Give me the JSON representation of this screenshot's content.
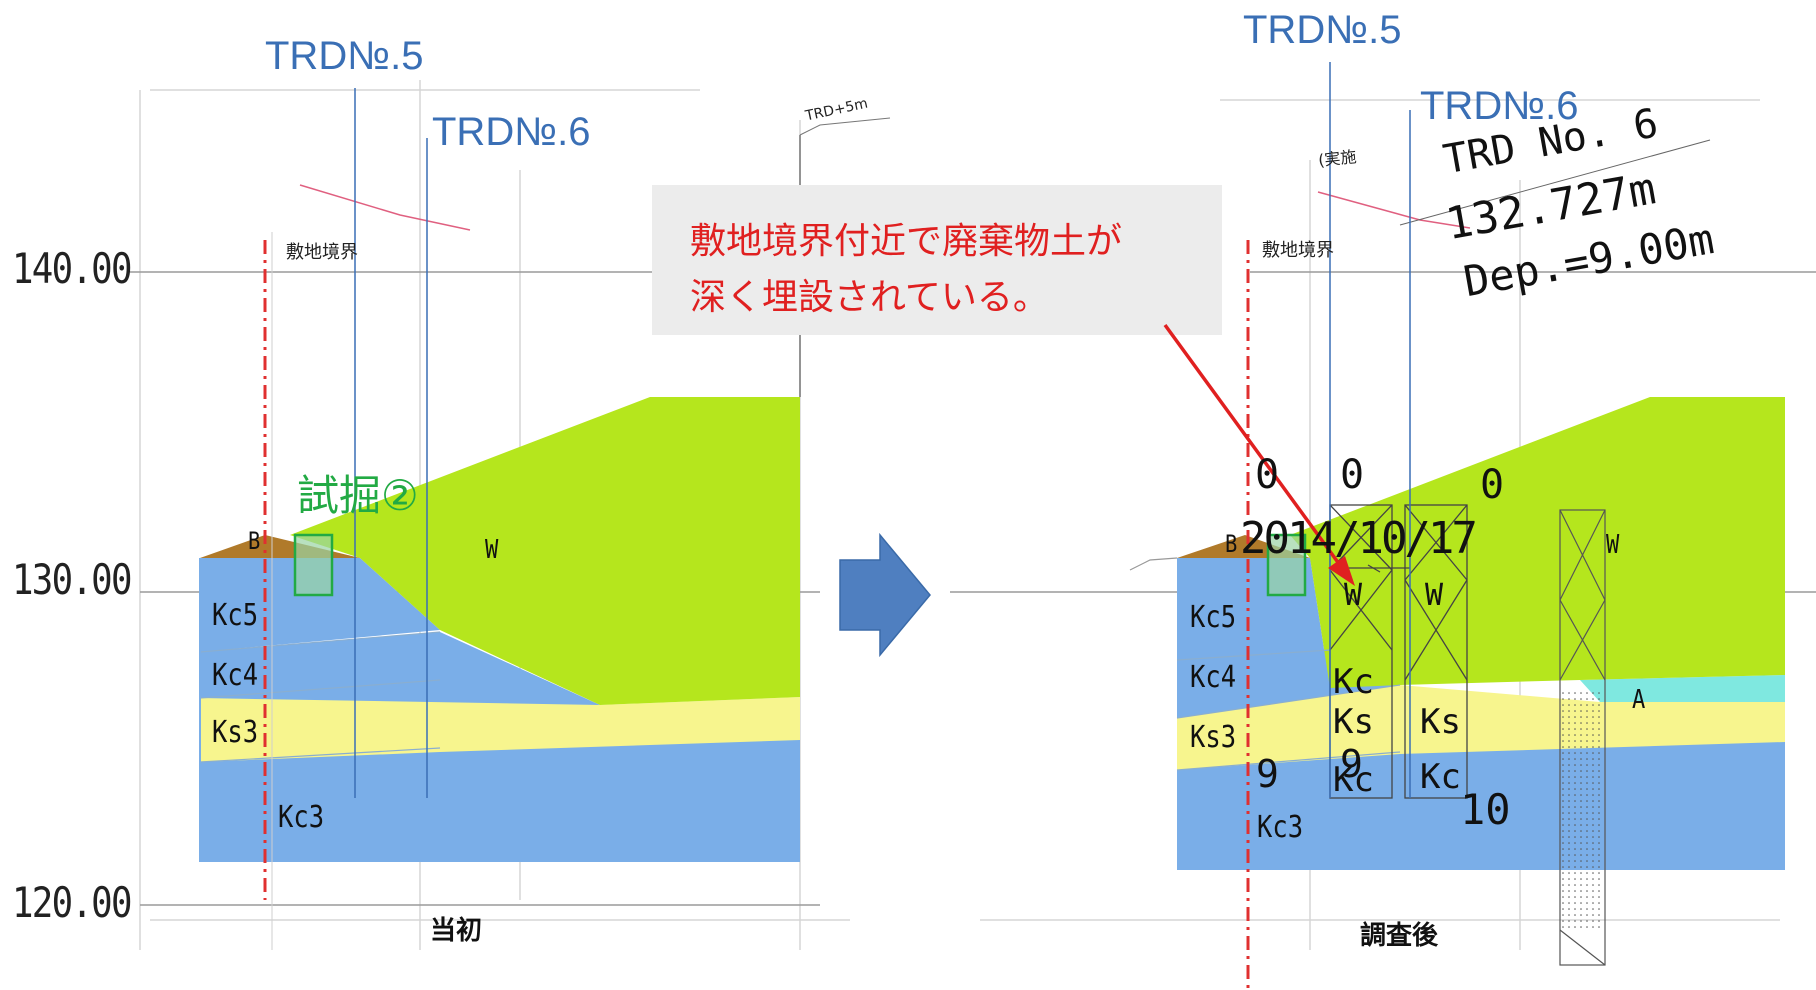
{
  "axis_labels": {
    "y140": "140.00",
    "y130": "130.00",
    "y120": "120.00"
  },
  "left_panel": {
    "trd5": "TRD№.5",
    "trd6": "TRD№.6",
    "trd_plus": "TRD+5m",
    "boundary": "敷地境界",
    "test_pit": "試掘②",
    "layers": {
      "b": "B",
      "w": "W",
      "kc5": "Kc5",
      "kc4": "Kc4",
      "ks3": "Ks3",
      "kc3": "Kc3"
    },
    "caption": "当初"
  },
  "right_panel": {
    "trd5": "TRD№.5",
    "trd6": "TRD№.6",
    "boundary": "敷地境界",
    "note_partial": "(実施",
    "sketch": {
      "line1": "TRD No. 6",
      "line2": "132.727m",
      "line3": "Dep.=9.00m",
      "date": "2014/10/17",
      "zero_a": "0",
      "zero_b": "0",
      "zero_c": "0",
      "w1": "W",
      "w2": "W",
      "kc_a": "Kc",
      "ks_a": "Ks",
      "ks_b": "Ks",
      "nine_a": "9",
      "nine_b": "9",
      "kc_b": "Kc",
      "kc_c": "Kc",
      "ten": "10"
    },
    "layers": {
      "b": "B",
      "w": "W",
      "a": "A",
      "kc5": "Kc5",
      "kc4": "Kc4",
      "ks3": "Ks3",
      "kc3": "Kc3"
    },
    "caption": "調査後"
  },
  "callout": {
    "line1": "敷地境界付近で廃棄物土が",
    "line2": "深く埋設されている。"
  },
  "colors": {
    "waste_green": "#b5e61d",
    "clay_blue": "#7aaee8",
    "sand_yellow": "#f7f58e",
    "aqua_layer": "#7fe8e0",
    "b_brown": "#b07a2a",
    "arrow_blue": "#4f7fc0",
    "callout_red": "#e02020",
    "trd_blue": "#3a6fb5",
    "test_pit_green": "#22aa44"
  },
  "icons": {
    "transition_arrow": "right-arrow-icon",
    "callout_pointer": "red-arrow-icon"
  }
}
